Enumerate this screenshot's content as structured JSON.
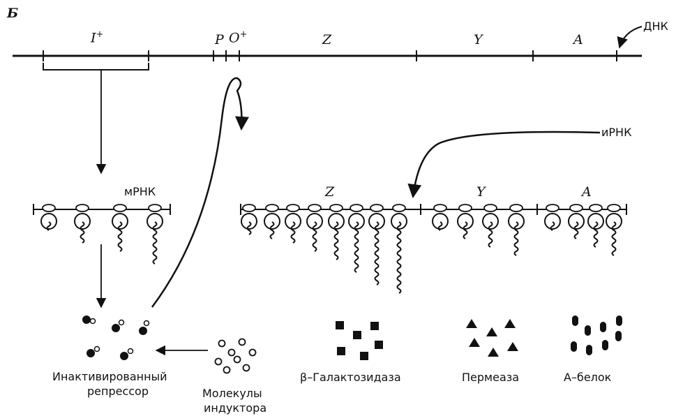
{
  "panel_label": "Б",
  "dna": {
    "label": "ДНК",
    "genes": {
      "i": "I",
      "i_sup": "+",
      "p": "P",
      "o": "O",
      "o_sup": "+",
      "z": "Z",
      "y": "Y",
      "a": "A"
    }
  },
  "mrna_repressor": {
    "label": "мРНК"
  },
  "mrna_lac": {
    "label": "иРНК",
    "z": "Z",
    "y": "Y",
    "a": "A"
  },
  "products": {
    "inactivated_repressor_line1": "Инактивированный",
    "inactivated_repressor_line2": "репрессор",
    "inducer_line1": "Молекулы",
    "inducer_line2": "индуктора",
    "galactosidase": "β–Галактозидаза",
    "permease": "Пермеаза",
    "a_protein": "А–белок"
  }
}
